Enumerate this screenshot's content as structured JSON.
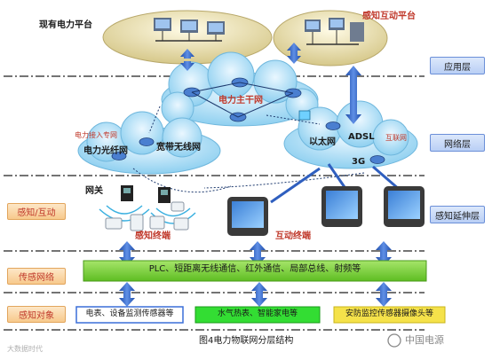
{
  "platforms": {
    "left": "现有电力平台",
    "right": "感知互动平台"
  },
  "layers": {
    "application": "应用层",
    "network": "网络层",
    "extension": "感知延伸层",
    "sense_interact": "感知/互动",
    "transmission": "传感网络",
    "objects": "感知对象"
  },
  "network": {
    "backbone": "电力主干网",
    "access_private": "电力接入专网",
    "fiber": "电力光纤网",
    "wireless": "宽带无线网",
    "ethernet": "以太网",
    "adsl": "ADSL",
    "internet": "互联网",
    "g3": "3G"
  },
  "devices": {
    "gateway": "网关",
    "sense_terminal": "感知终端",
    "interactive_terminal": "互动终端"
  },
  "transmission_bar": "PLC、短距离无线通信、红外通信、局部总线、射频等",
  "objects": {
    "meters": "电表、设备监测传感器等",
    "appliances": "水气热表、智能家电等",
    "security": "安防监控传感器摄像头等"
  },
  "caption": "图4电力物联网分层结构",
  "watermark_left": "大数据时代",
  "watermark_right": "中国电源",
  "colors": {
    "title_red": "#c0392b",
    "arrow_blue": "#2f5fbf",
    "bar_green": "#7fd13b",
    "obj_blue_border": "#3a6fd8",
    "obj_yellow": "#f5e24a",
    "cloud_blue": "#bfe3f7"
  }
}
